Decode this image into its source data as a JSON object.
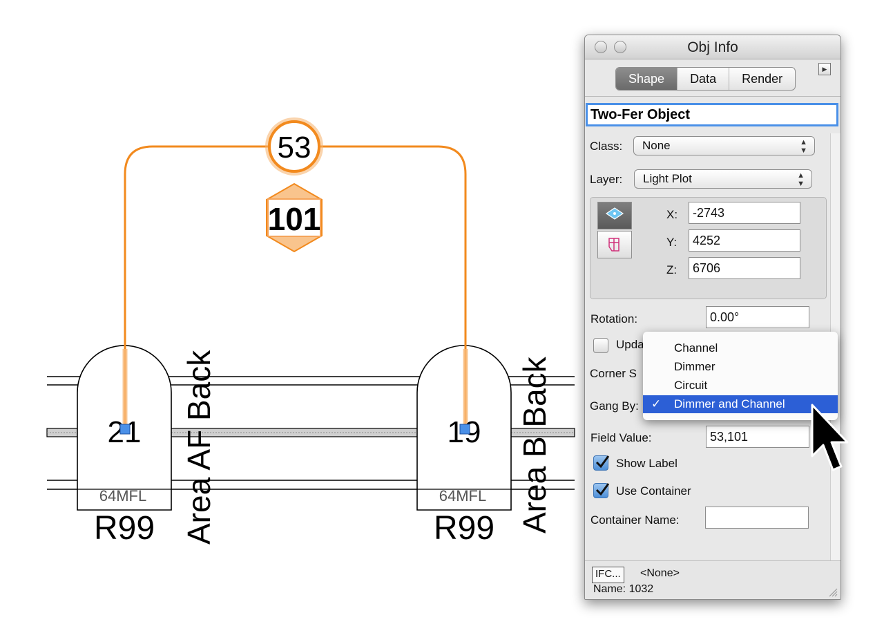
{
  "drawing": {
    "circuit_number": "53",
    "channel_number": "101",
    "left_unit": {
      "number": "21",
      "type": "64MFL",
      "color": "R99",
      "label": "Area AF Back"
    },
    "right_unit": {
      "number": "19",
      "type": "64MFL",
      "color": "R99",
      "label": "Area B Back"
    },
    "accent_color": "#f28a1e"
  },
  "palette": {
    "title": "Obj Info",
    "tabs": [
      {
        "label": "Shape",
        "active": true
      },
      {
        "label": "Data",
        "active": false
      },
      {
        "label": "Render",
        "active": false
      }
    ],
    "object_name": "Two-Fer Object",
    "class_label": "Class:",
    "class_value": "None",
    "layer_label": "Layer:",
    "layer_value": "Light Plot",
    "x_label": "X:",
    "x_value": "-2743",
    "y_label": "Y:",
    "y_value": "4252",
    "z_label": "Z:",
    "z_value": "6706",
    "rotation_label": "Rotation:",
    "rotation_value": "0.00°",
    "update_label": "Upda",
    "corner_label": "Corner S",
    "gang_label": "Gang By:",
    "field_value_label": "Field Value:",
    "field_value": "53,101",
    "show_label": "Show Label",
    "show_label_checked": true,
    "use_container": "Use Container",
    "use_container_checked": true,
    "container_name_label": "Container Name:",
    "container_name_value": "",
    "ifc_button": "IFC...",
    "ifc_value": "<None>",
    "name_line": "Name: 1032",
    "highlight_color": "#4a90e8"
  },
  "dropdown": {
    "items": [
      {
        "label": "Channel",
        "selected": false
      },
      {
        "label": "Dimmer",
        "selected": false
      },
      {
        "label": "Circuit",
        "selected": false
      },
      {
        "label": "Dimmer and Channel",
        "selected": true
      }
    ],
    "check_mark": "✓",
    "selected_color": "#2c5fd6"
  }
}
